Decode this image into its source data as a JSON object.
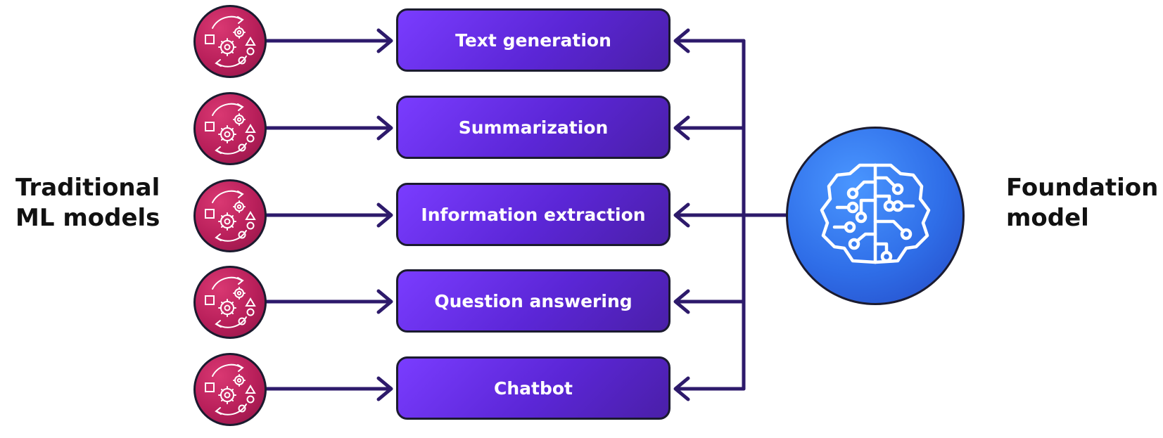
{
  "labels": {
    "left_line1": "Traditional",
    "left_line2": "ML models",
    "right_line1": "Foundation",
    "right_line2": "model"
  },
  "tasks": [
    {
      "label": "Text generation"
    },
    {
      "label": "Summarization"
    },
    {
      "label": "Information extraction"
    },
    {
      "label": "Question answering"
    },
    {
      "label": "Chatbot"
    }
  ],
  "icons": {
    "ml_model": "ml-model-icon",
    "foundation_model": "brain-circuit-icon"
  },
  "colors": {
    "task_box": "#5b26d6",
    "ml_circle": "#b81f5a",
    "foundation_circle": "#2f6ee8",
    "connector": "#2d1a6b"
  }
}
